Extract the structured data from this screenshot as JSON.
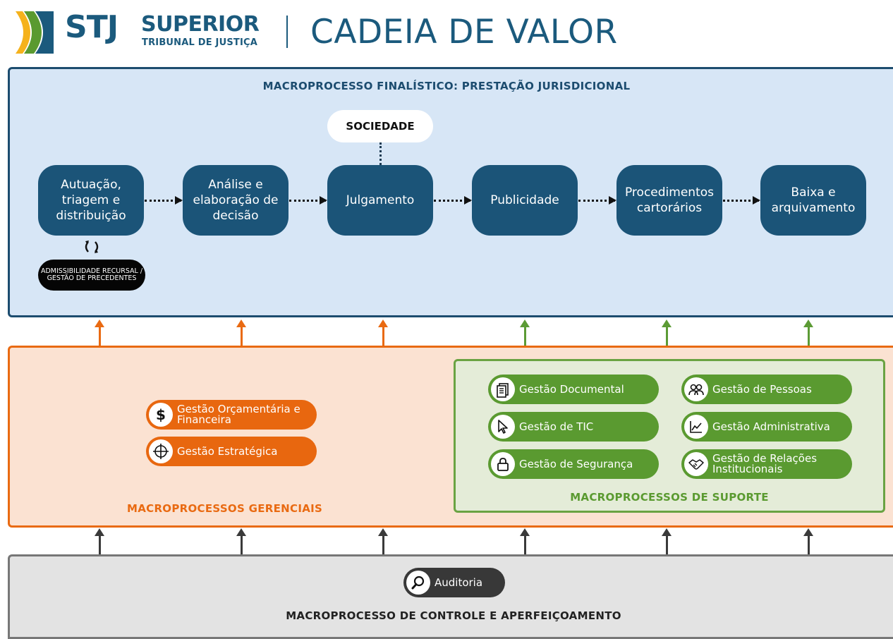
{
  "header": {
    "logo_abbr": "STJ",
    "logo_word": "SUPERIOR",
    "logo_sub": "TRIBUNAL DE JUSTIÇA",
    "title": "CADEIA DE VALOR",
    "logo_icon": "stj-logo-mark"
  },
  "finalistico": {
    "title": "MACROPROCESSO FINALÍSTICO: PRESTAÇÃO JURISDICIONAL",
    "sociedade": "SOCIEDADE",
    "steps": [
      "Autuação, triagem e distribuição",
      "Análise e elaboração de decisão",
      "Julgamento",
      "Publicidade",
      "Procedimentos cartorários",
      "Baixa e arquivamento"
    ],
    "admissibilidade": "ADMISSIBILIDADE RECURSAL / GESTÃO DE PRECEDENTES",
    "cycle_icon": "refresh-cycle-icon"
  },
  "gerenciais": {
    "title": "MACROPROCESSOS GERENCIAIS",
    "items": [
      {
        "label": "Gestão Orçamentária e Financeira",
        "icon": "dollar-icon"
      },
      {
        "label": "Gestão Estratégica",
        "icon": "target-icon"
      }
    ]
  },
  "suporte": {
    "title": "MACROPROCESSOS DE SUPORTE",
    "items": [
      {
        "label": "Gestão Documental",
        "icon": "document-icon"
      },
      {
        "label": "Gestão de Pessoas",
        "icon": "people-icon"
      },
      {
        "label": "Gestão de TIC",
        "icon": "cursor-icon"
      },
      {
        "label": "Gestão Administrativa",
        "icon": "chart-icon"
      },
      {
        "label": "Gestão de Segurança",
        "icon": "lock-icon"
      },
      {
        "label": "Gestão de Relações Institucionais",
        "icon": "handshake-icon"
      }
    ]
  },
  "controle": {
    "title": "MACROPROCESSO DE CONTROLE E APERFEIÇOAMENTO",
    "auditoria": "Auditoria",
    "auditoria_icon": "magnifier-icon"
  },
  "colors": {
    "navy": "#1b5478",
    "finalistico_bg": "#d7e6f6",
    "orange": "#e8670f",
    "gerenciais_bg": "#fbe2d2",
    "green": "#5a9a30",
    "suporte_bg": "#e4ecd8",
    "controle_bg": "#e3e3e3"
  }
}
